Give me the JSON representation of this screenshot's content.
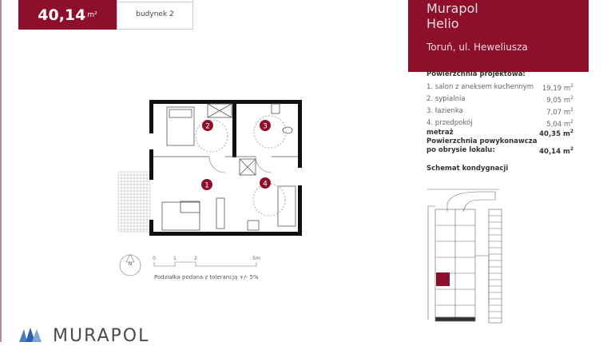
{
  "header": {
    "area_value": "40,14",
    "area_unit": "m²",
    "building": "budynek 2"
  },
  "hero": {
    "brand": "Murapol",
    "investment": "Helio",
    "address": "Toruń, ul. Heweliusza",
    "color": "#8e0f2b"
  },
  "specs": {
    "heading": "Powierzchnia projektowa:",
    "rooms": [
      {
        "label": "1. salon z aneksem kuchennym",
        "value": "19,19 m",
        "sup": "2"
      },
      {
        "label": "2. sypialnia",
        "value": "9,05 m",
        "sup": "2"
      },
      {
        "label": "3. łazienka",
        "value": "7,07 m",
        "sup": "2"
      },
      {
        "label": "4. przedpokój",
        "value": "5,04 m",
        "sup": "2"
      }
    ],
    "total_label": "metraż",
    "total_value": "40,35 m",
    "post_label_1": "Powierzchnia powykonawcza",
    "post_label_2": "po obrysie lokalu:",
    "post_value": "40,14 m",
    "sup": "2",
    "schema_heading": "Schemat kondygnacji"
  },
  "plan": {
    "markers": [
      "1",
      "2",
      "3",
      "4"
    ],
    "compass": "N",
    "scale_labels": [
      "0",
      "1",
      "2",
      "5m"
    ],
    "caption": "Podziałka podana z tolerancją +/- 5%"
  },
  "logo": {
    "text": "MURAPOL"
  }
}
